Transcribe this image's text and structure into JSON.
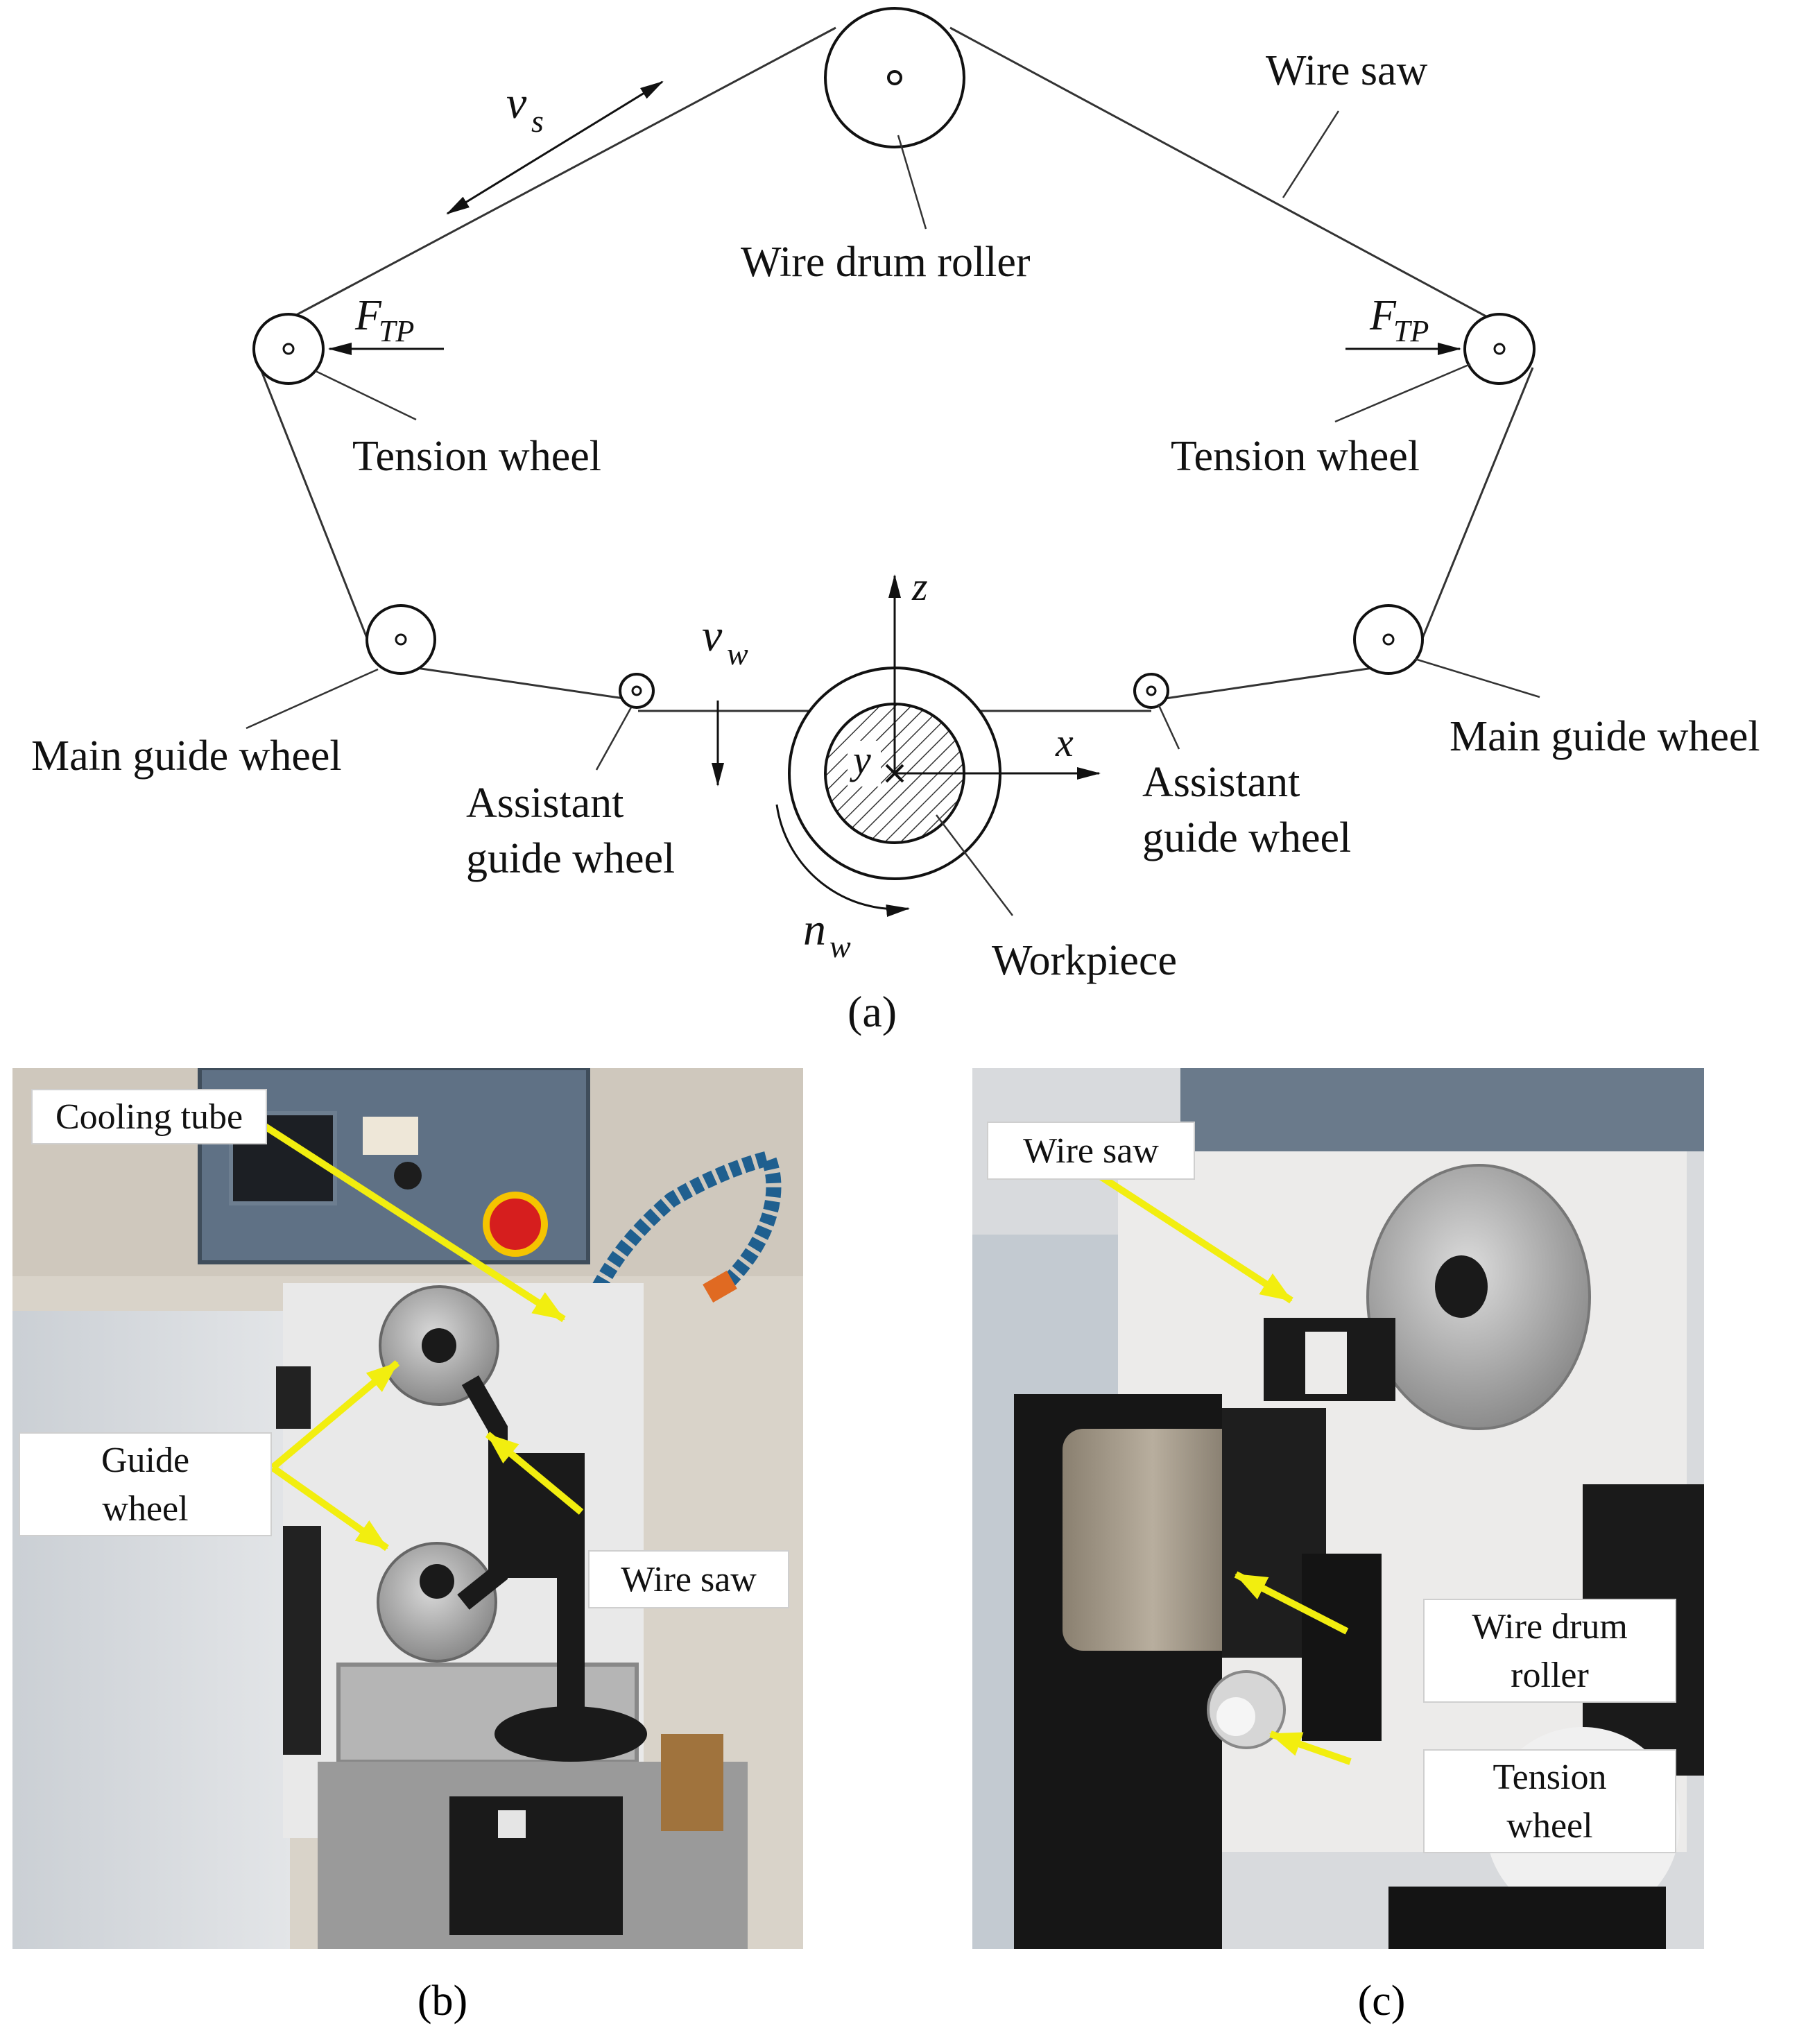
{
  "diagram": {
    "labels": {
      "wire_saw": "Wire saw",
      "wire_drum_roller": "Wire drum roller",
      "tension_wheel_left": "Tension wheel",
      "tension_wheel_right": "Tension wheel",
      "main_guide_left": "Main guide wheel",
      "main_guide_right": "Main guide wheel",
      "assistant_left_1": "Assistant",
      "assistant_left_2": "guide wheel",
      "assistant_right_1": "Assistant",
      "assistant_right_2": "guide wheel",
      "workpiece": "Workpiece"
    },
    "symbols": {
      "vs": "v",
      "vs_sub": "s",
      "ftp_left": "F",
      "ftp_left_sub": "TP",
      "ftp_right": "F",
      "ftp_right_sub": "TP",
      "vw": "v",
      "vw_sub": "w",
      "nw": "n",
      "nw_sub": "w",
      "axis_z": "z",
      "axis_x": "x",
      "axis_y": "y"
    },
    "caption": "(a)"
  },
  "photo_b": {
    "labels": {
      "cooling_tube": "Cooling tube",
      "guide_wheel_1": "Guide",
      "guide_wheel_2": "wheel",
      "wire_saw": "Wire saw"
    },
    "caption": "(b)"
  },
  "photo_c": {
    "labels": {
      "wire_saw": "Wire saw",
      "wire_drum_1": "Wire drum",
      "wire_drum_2": "roller",
      "tension_1": "Tension",
      "tension_2": "wheel"
    },
    "caption": "(c)"
  },
  "colors": {
    "arrow_yellow": "#f2ee0f",
    "line": "#333333"
  }
}
